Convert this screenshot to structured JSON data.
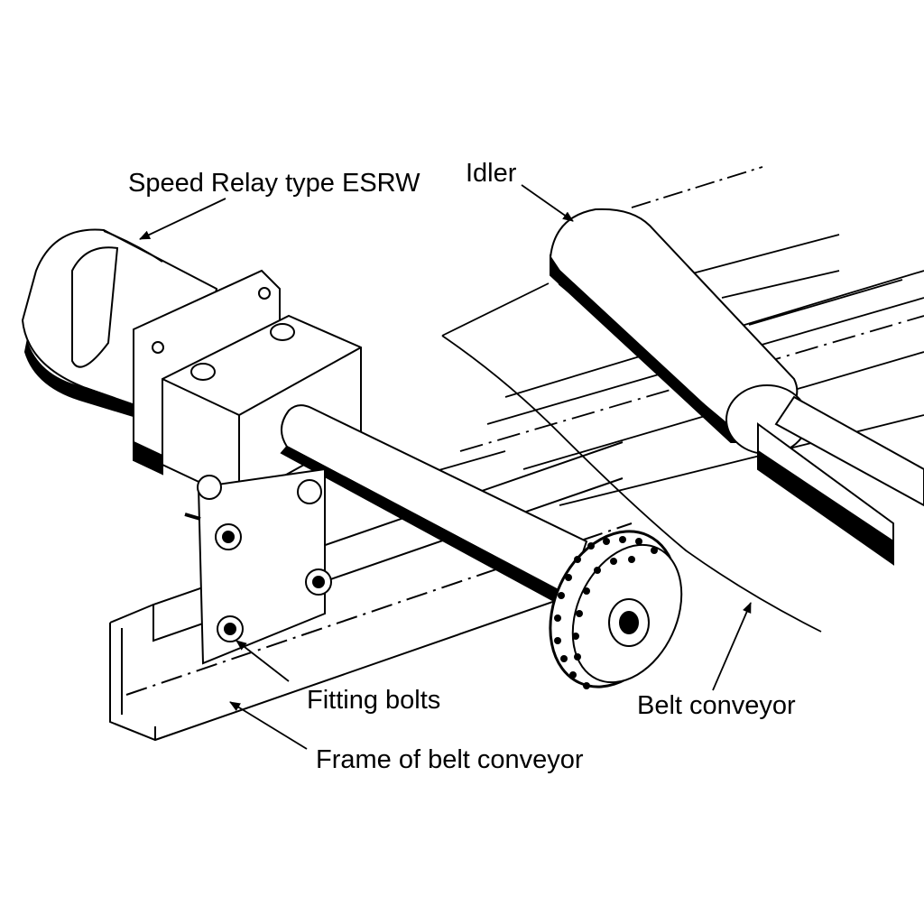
{
  "labels": {
    "speed_relay": "Speed Relay type ESRW",
    "idler": "Idler",
    "fitting_bolts": "Fitting bolts",
    "belt_conveyor": "Belt conveyor",
    "frame": "Frame of belt conveyor"
  },
  "colors": {
    "ink": "#000000",
    "paper": "#ffffff"
  }
}
